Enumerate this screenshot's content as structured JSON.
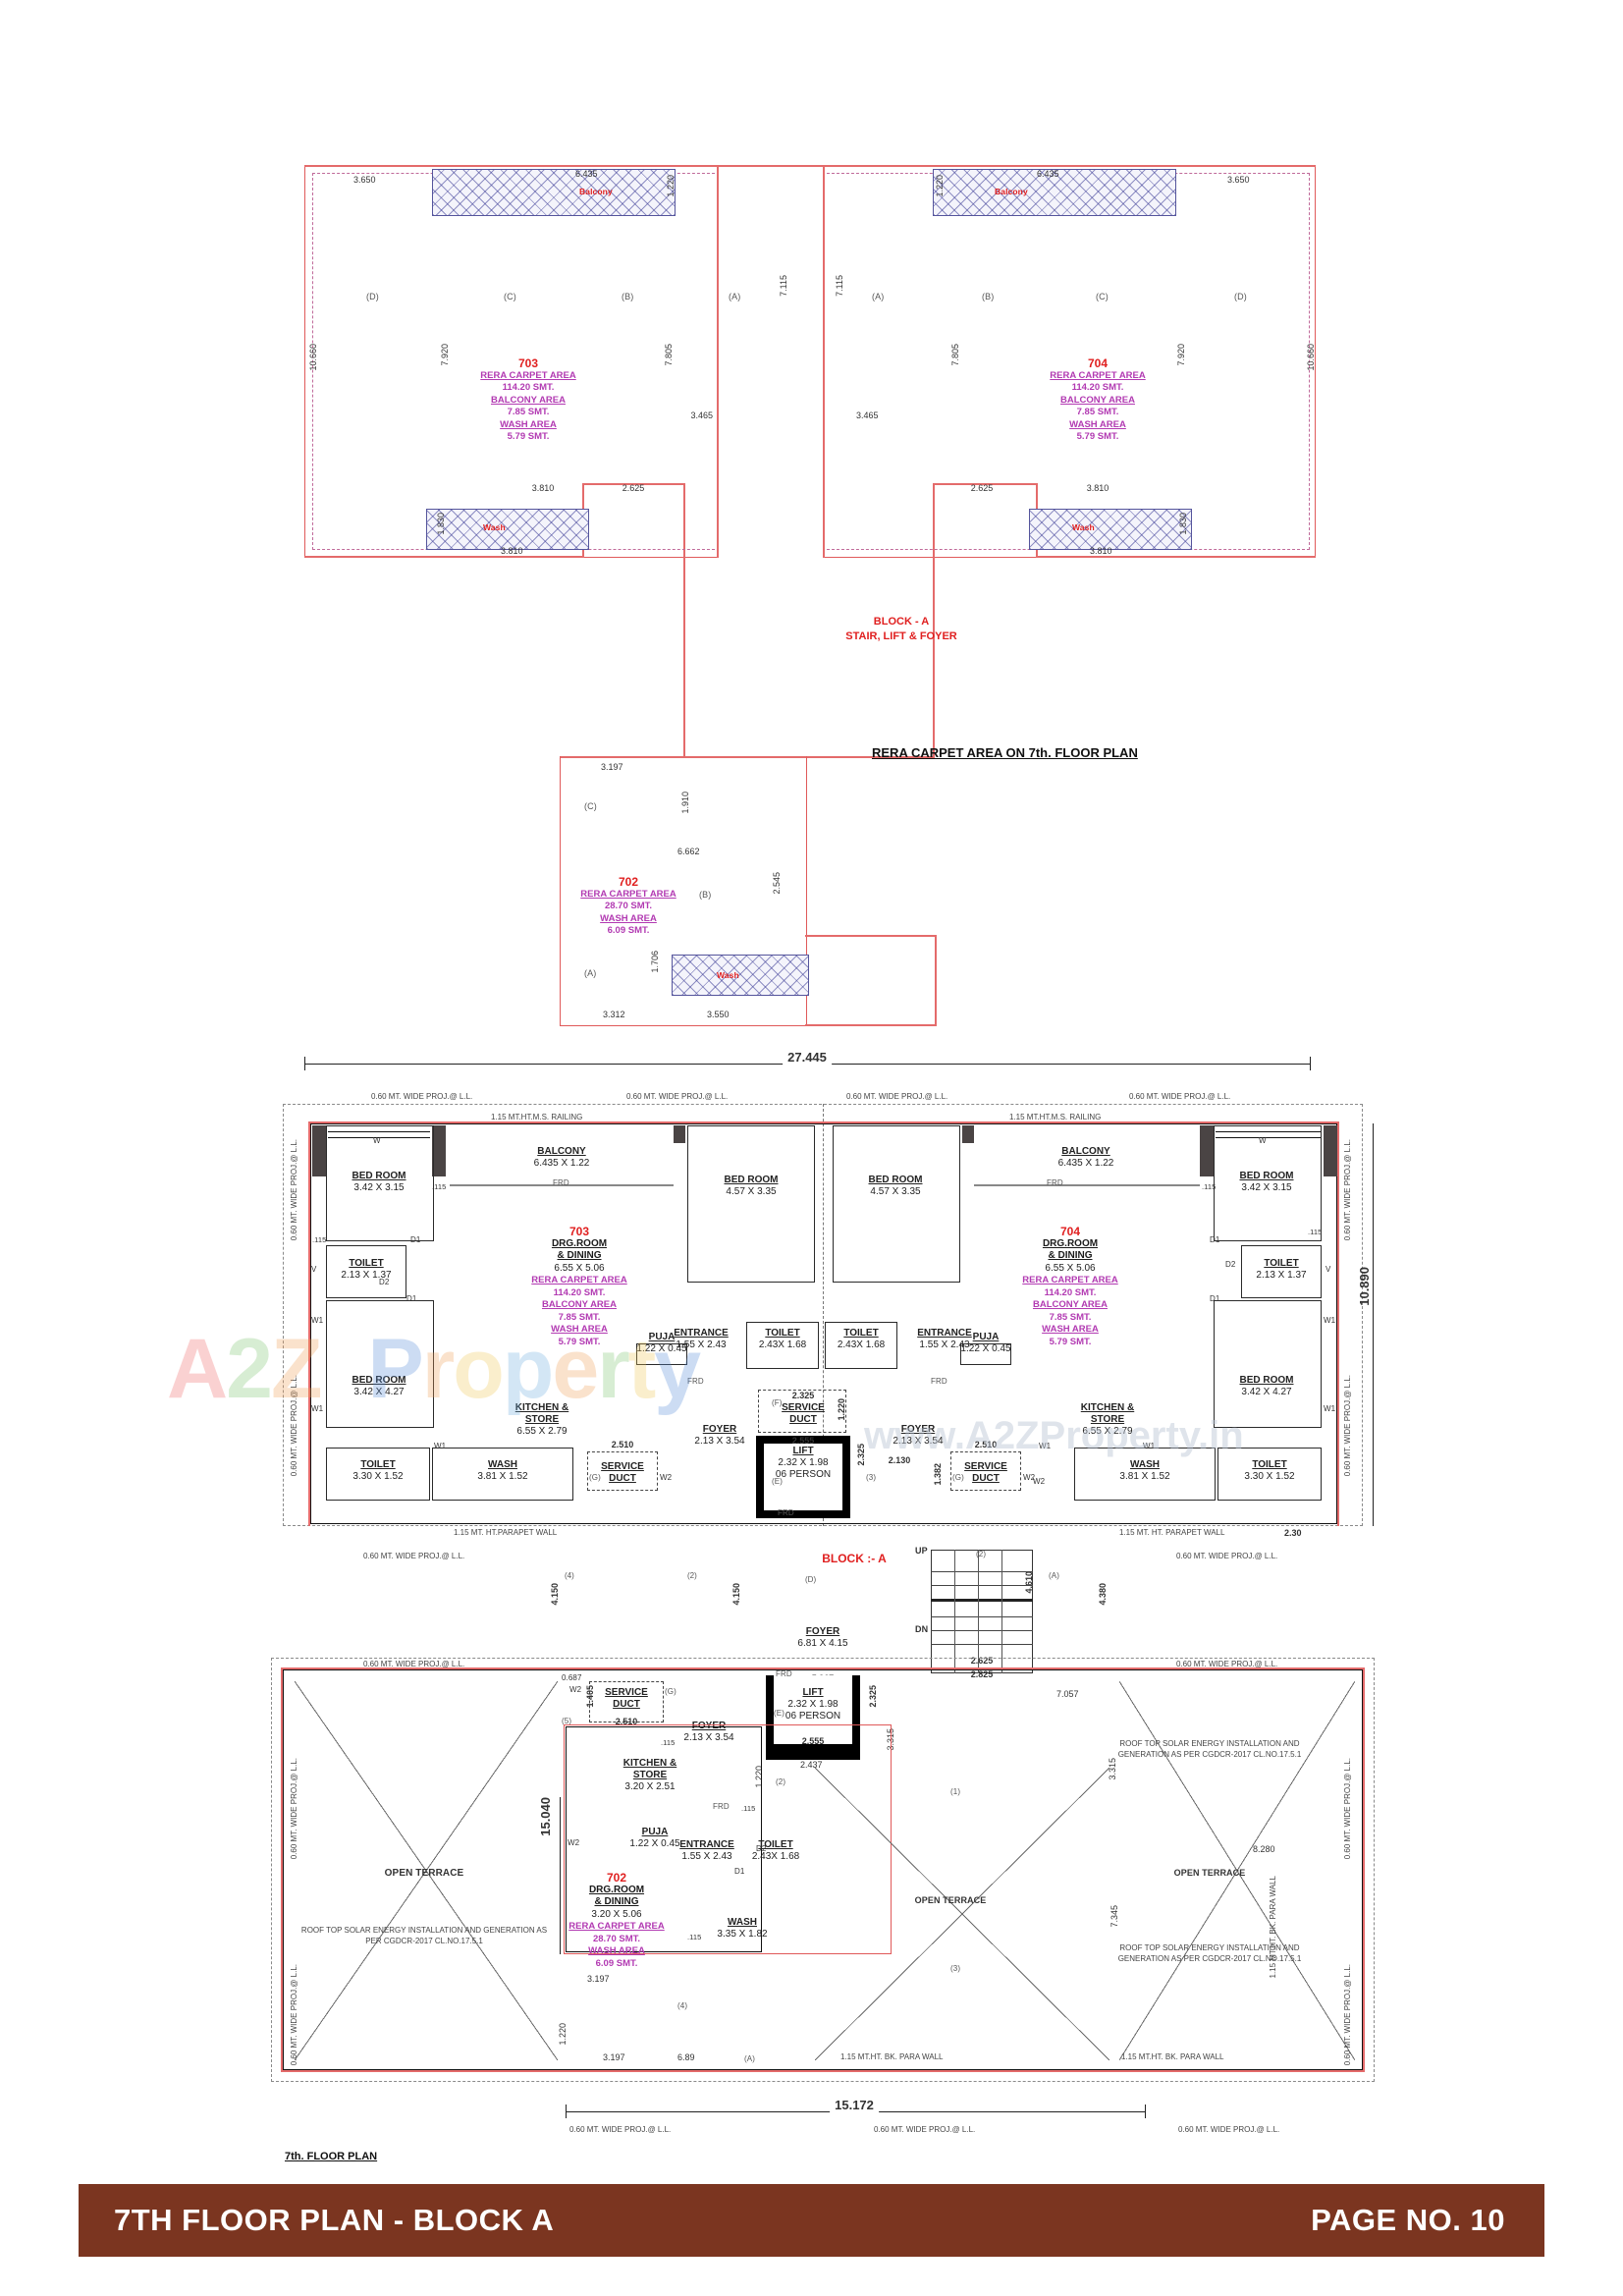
{
  "document": {
    "sheet_title": "7TH FLOOR PLAN - BLOCK A",
    "page_label": "PAGE NO. 10",
    "plan_caption": "7th. FLOOR PLAN",
    "key_plan_title": "RERA CARPET AREA ON 7th. FLOOR PLAN",
    "block_label_key": "BLOCK - A",
    "block_sub_key": "STAIR, LIFT & FOYER",
    "block_label_main": "BLOCK :- A"
  },
  "key_plan": {
    "units": [
      {
        "no": "703",
        "lines": [
          {
            "t": "RERA CARPET AREA",
            "u": true
          },
          {
            "t": "114.20  SMT.",
            "u": false
          },
          {
            "t": "BALCONY AREA",
            "u": true
          },
          {
            "t": "7.85 SMT.",
            "u": false
          },
          {
            "t": "WASH AREA",
            "u": true
          },
          {
            "t": "5.79  SMT.",
            "u": false
          }
        ]
      },
      {
        "no": "704",
        "lines": [
          {
            "t": "RERA CARPET AREA",
            "u": true
          },
          {
            "t": "114.20  SMT.",
            "u": false
          },
          {
            "t": "BALCONY AREA",
            "u": true
          },
          {
            "t": "7.85 SMT.",
            "u": false
          },
          {
            "t": "WASH AREA",
            "u": true
          },
          {
            "t": "5.79  SMT.",
            "u": false
          }
        ]
      },
      {
        "no": "702",
        "lines": [
          {
            "t": "RERA CARPET AREA",
            "u": true
          },
          {
            "t": "28.70  SMT.",
            "u": false
          },
          {
            "t": "WASH AREA",
            "u": true
          },
          {
            "t": "6.09 SMT.",
            "u": false
          }
        ]
      }
    ],
    "balcony_label": "Balcony",
    "wash_label": "Wash",
    "dims": {
      "l_3650": "3.650",
      "l_6435": "6.435",
      "l_1220": "1.220",
      "l_10660": "10.660",
      "l_7920": "7.920",
      "l_7805": "7.805",
      "l_7115": "7.115",
      "l_3465": "3.465",
      "l_3810": "3.810",
      "l_2625": "2.625",
      "l_1830": "1.830",
      "r_3650": "3.650",
      "r_6435": "6.435",
      "r_1220": "1.220",
      "r_10660": "10.660",
      "r_7920": "7.920",
      "r_7805": "7.805",
      "r_7115": "7.115",
      "r_3465": "3.465",
      "r_3810": "3.810",
      "r_2625": "2.625",
      "r_1830": "1.830",
      "b_3197": "3.197",
      "b_1910": "1.910",
      "b_6662": "6.662",
      "b_2545": "2.545",
      "b_1706": "1.706",
      "b_3312": "3.312",
      "b_3550": "3.550"
    },
    "grid_letters": [
      "(D)",
      "(C)",
      "(B)",
      "(A)",
      "(A)",
      "(B)",
      "(C)",
      "(D)",
      "(C)",
      "(B)",
      "(A)"
    ]
  },
  "main_plan": {
    "overall_top_dim": "27.445",
    "overall_bottom_dim": "15.172",
    "right_dim_top": "10.890",
    "left_dim_mid": "15.040",
    "proj_note": "0.60 MT. WIDE PROJ.@ L.L.",
    "railing_note": "1.15 MT.HT.M.S. RAILING",
    "parapet_note_left": "1.15 MT. HT.PARAPET WALL",
    "parapet_note_right": "1.15 MT. HT. PARAPET WALL",
    "para_note_bottom_left": "1.15 MT.HT. BK. PARA WALL",
    "para_note_bottom_right": "1.15 MT.HT. BK. PARA WALL",
    "solar_note": "ROOF TOP SOLAR ENERGY INSTALLATION AND GENERATION AS PER CGDCR-2017 CL.NO.17.5.1",
    "open_terrace": "OPEN TERRACE",
    "rooms": [
      {
        "name": "BED ROOM",
        "dim": "3.42 X 3.15"
      },
      {
        "name": "BED ROOM",
        "dim": "3.42 X 4.27"
      },
      {
        "name": "BED ROOM",
        "dim": "4.57 X 3.35"
      },
      {
        "name": "TOILET",
        "dim": "2.13 X 1.37"
      },
      {
        "name": "TOILET",
        "dim": "2.43X 1.68"
      },
      {
        "name": "BALCONY",
        "dim": "6.435 X 1.22"
      },
      {
        "name": "KITCHEN &",
        "name2": "STORE",
        "dim": "6.55 X 2.79"
      },
      {
        "name": "KITCHEN &",
        "name2": "STORE",
        "dim": "3.20 X 2.51"
      },
      {
        "name": "WASH",
        "dim": "3.81 X 1.52"
      },
      {
        "name": "WASH",
        "dim": "3.35 X 1.82"
      },
      {
        "name": "PUJA",
        "dim": "1.22 X 0.45"
      },
      {
        "name": "ENTRANCE",
        "dim": "1.55 X 2.43"
      },
      {
        "name": "FOYER",
        "dim": "2.13 X 3.54"
      },
      {
        "name": "FOYER",
        "dim": "6.81 X 4.15"
      },
      {
        "name": "TOILET",
        "dim": "3.30 X 1.52"
      },
      {
        "name": "SERVICE",
        "name2": "DUCT",
        "dim": ""
      },
      {
        "name": "LIFT",
        "dim": "2.32 X 1.98",
        "dim2": "06 PERSON"
      },
      {
        "name": "DRG.ROOM",
        "name2": "& DINING",
        "dim": "6.55 X 5.06"
      },
      {
        "name": "DRG.ROOM",
        "name2": "& DINING",
        "dim": "3.20 X 5.06"
      }
    ],
    "units": [
      {
        "no": "703",
        "room": "DRG.ROOM",
        "room2": "& DINING",
        "dim": "6.55 X 5.06",
        "lines": [
          {
            "t": "RERA CARPET AREA",
            "u": true
          },
          {
            "t": "114.20  SMT.",
            "u": false
          },
          {
            "t": "BALCONY AREA",
            "u": true
          },
          {
            "t": "7.85 SMT.",
            "u": false
          },
          {
            "t": "WASH AREA",
            "u": true
          },
          {
            "t": "5.79  SMT.",
            "u": false
          }
        ]
      },
      {
        "no": "704",
        "room": "DRG.ROOM",
        "room2": "& DINING",
        "dim": "6.55 X 5.06",
        "lines": [
          {
            "t": "RERA CARPET AREA",
            "u": true
          },
          {
            "t": "114.20  SMT.",
            "u": false
          },
          {
            "t": "BALCONY AREA",
            "u": true
          },
          {
            "t": "7.85 SMT.",
            "u": false
          },
          {
            "t": "WASH AREA",
            "u": true
          },
          {
            "t": "5.79  SMT.",
            "u": false
          }
        ]
      },
      {
        "no": "702",
        "room": "DRG.ROOM",
        "room2": "& DINING",
        "dim": "3.20 X 5.06",
        "lines": [
          {
            "t": "RERA CARPET AREA",
            "u": true
          },
          {
            "t": "28.70  SMT.",
            "u": false
          },
          {
            "t": "WASH AREA",
            "u": true
          },
          {
            "t": "6.09 SMT.",
            "u": false
          }
        ]
      }
    ],
    "dims": {
      "d2325": "2.325",
      "d1220": "1.220",
      "d2555": "2.555",
      "d2325b": "2.325",
      "d2130": "2.130",
      "d1382": "1.382",
      "d2510l": "2.510",
      "d2510r": "2.510",
      "d1405": "1.405",
      "d4150l": "4.150",
      "d4150r": "4.150",
      "d5967": "5.967",
      "d2625": "2.625",
      "d4610": "4.610",
      "d4380": "4.380",
      "d7057": "7.057",
      "d3315a": "3.315",
      "d3315b": "3.315",
      "d2437": "2.437",
      "d8280": "8.280",
      "d7345": "7.345",
      "d3197a": "3.197",
      "d3197b": "3.197",
      "d689": "6.89",
      "d115": ".115",
      "d2825": "2.825",
      "d230": "2.30",
      "d0687": "0.687",
      "d1220b": "1.220"
    },
    "markers": {
      "up": "UP",
      "dn": "DN",
      "frd": "FRD",
      "w": "W",
      "w1": "W1",
      "w2": "W2",
      "d1": "D1",
      "d2": "D2",
      "v": "V"
    },
    "grid_tags": [
      "(1)",
      "(2)",
      "(3)",
      "(4)",
      "(5)",
      "(A)",
      "(B)",
      "(C)",
      "(D)",
      "(E)",
      "(F)",
      "(G)"
    ]
  },
  "colors": {
    "banner_bg": "#7b3520",
    "unit_no": "#e02020",
    "rera_text": "#b23ab2",
    "wall": "#000000",
    "red_outline": "#e05a5a"
  }
}
